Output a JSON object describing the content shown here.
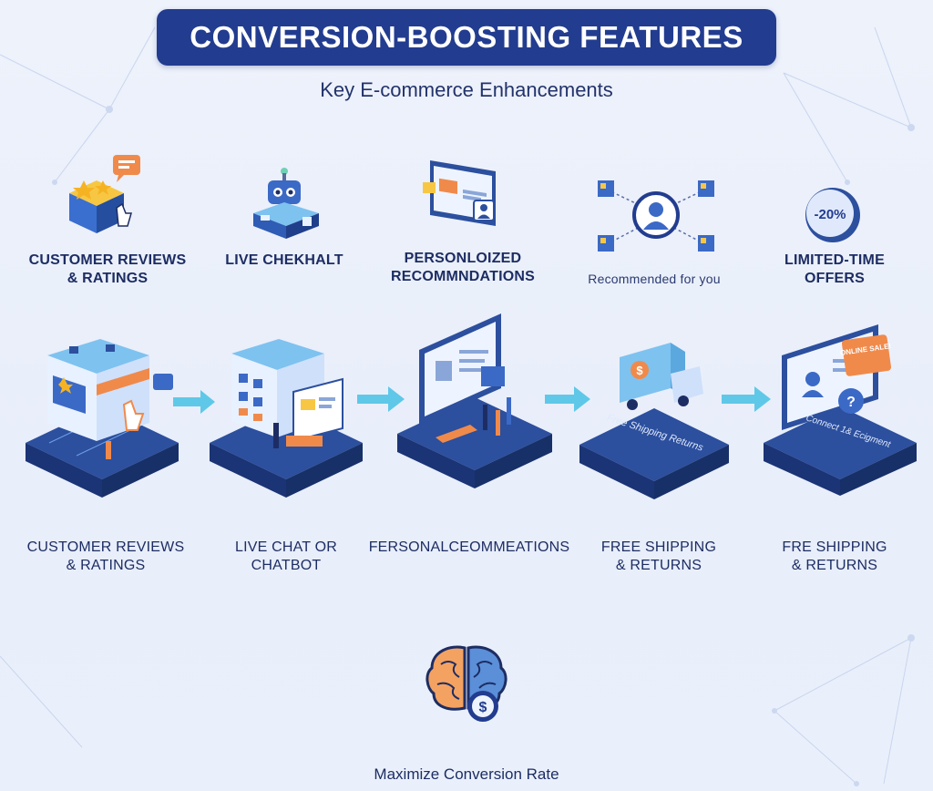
{
  "header": {
    "title": "CONVERSION-BOOSTING FEATURES",
    "subtitle": "Key E-commerce Enhancements"
  },
  "top_row": [
    {
      "label_line1": "CUSTOMER REVIEWS",
      "label_line2": "& RATINGS",
      "icon": "reviews-box-icon"
    },
    {
      "label_line1": "LIVE CHEKHALT",
      "label_line2": "",
      "icon": "robot-chat-icon"
    },
    {
      "label_line1": "PERSONLOIZED",
      "label_line2": "RECOMMNDATIONS",
      "icon": "recommendation-screen-icon"
    },
    {
      "label_line1": "Recommended for you",
      "label_line2": "",
      "icon": "network-user-icon"
    },
    {
      "label_line1": "LIMITED-TIME",
      "label_line2": "OFFERS",
      "icon": "discount-badge-icon",
      "badge_text": "-20%"
    }
  ],
  "bottom_row": [
    {
      "label_line1": "CUSTOMER REVIEWS",
      "label_line2": "& RATINGS",
      "icon": "storefront-icon"
    },
    {
      "label_line1": "LIVE CHAT OR",
      "label_line2": "CHATBOT",
      "icon": "chat-building-icon"
    },
    {
      "label_line1": "FERSONALCEOMMEATIONS",
      "label_line2": "",
      "icon": "recommend-screen-people-icon"
    },
    {
      "label_line1": "FREE SHIPPING",
      "label_line2": "& RETURNS",
      "icon": "delivery-truck-icon",
      "platform_text": "Free Shipping Returns"
    },
    {
      "label_line1": "FRE SHIPPING",
      "label_line2": "& RETURNS",
      "icon": "offer-screen-icon",
      "platform_text": "Connect 1& Ecigment",
      "sign_text": "ONLINE SALE!"
    }
  ],
  "footer": {
    "line1": "Maximize Conversion Rate",
    "icon": "brain-dollar-icon"
  },
  "colors": {
    "banner": "#223c8f",
    "platform_top": "#2c4f9e",
    "platform_side": "#1b3475",
    "arrow": "#5fc8e8",
    "accent_orange": "#f08a4b"
  }
}
